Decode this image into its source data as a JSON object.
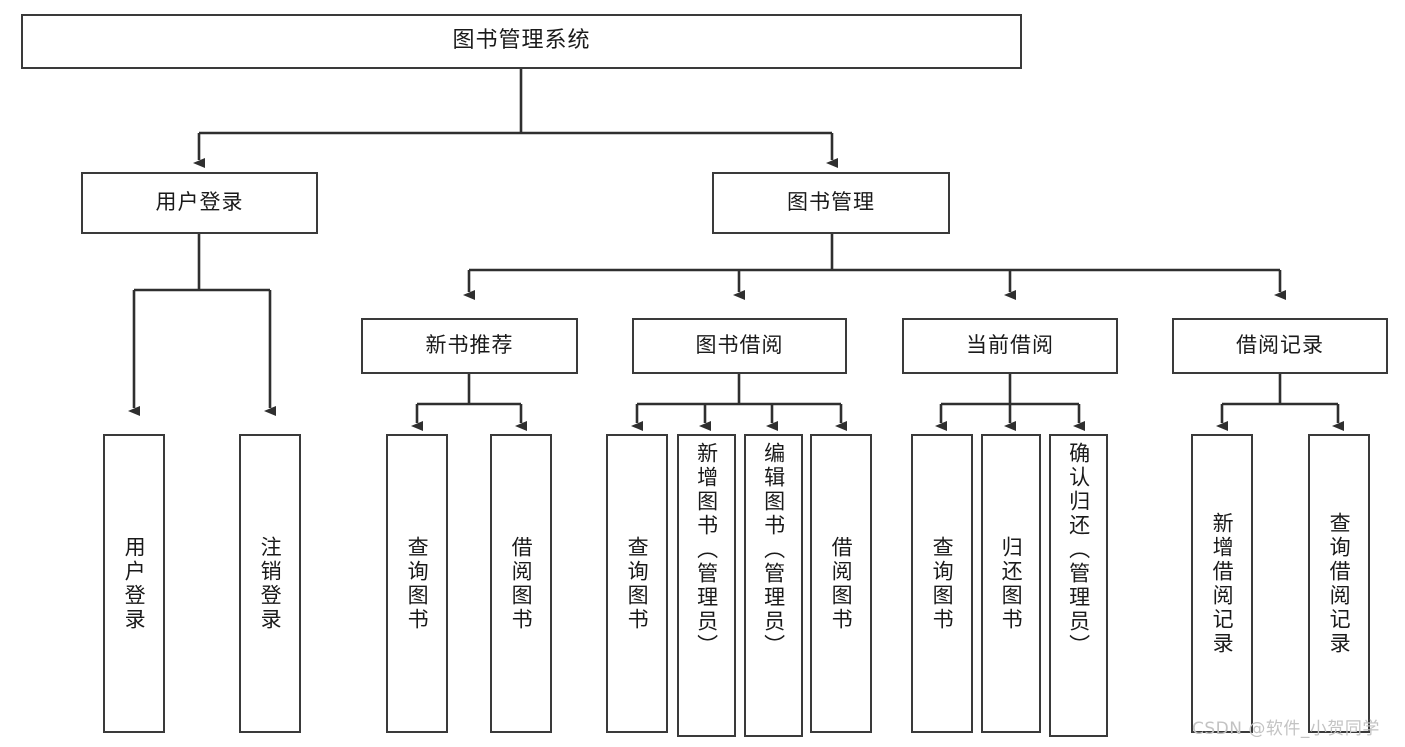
{
  "diagram": {
    "title": "图书管理系统",
    "type": "hierarchy-tree",
    "background": "#ffffff",
    "border_color": "#3a3a3a",
    "text_color": "#1a1a1a"
  },
  "root": {
    "label": "图书管理系统"
  },
  "level2": [
    {
      "label": "用户登录"
    },
    {
      "label": "图书管理"
    }
  ],
  "level3": [
    {
      "label": "新书推荐"
    },
    {
      "label": "图书借阅"
    },
    {
      "label": "当前借阅"
    },
    {
      "label": "借阅记录"
    }
  ],
  "leaves": {
    "user_login": [
      {
        "label": "用户登录"
      },
      {
        "label": "注销登录"
      }
    ],
    "new_book_recommend": [
      {
        "label": "查询图书"
      },
      {
        "label": "借阅图书"
      }
    ],
    "book_borrow": [
      {
        "label": "查询图书"
      },
      {
        "label": "新增图书（管理员）"
      },
      {
        "label": "编辑图书（管理员）"
      },
      {
        "label": "借阅图书"
      }
    ],
    "current_borrow": [
      {
        "label": "查询图书"
      },
      {
        "label": "归还图书"
      },
      {
        "label": "确认归还（管理员）"
      }
    ],
    "borrow_record": [
      {
        "label": "新增借阅记录"
      },
      {
        "label": "查询借阅记录"
      }
    ]
  },
  "watermark": {
    "text": "CSDN @软件_小贺同学"
  }
}
